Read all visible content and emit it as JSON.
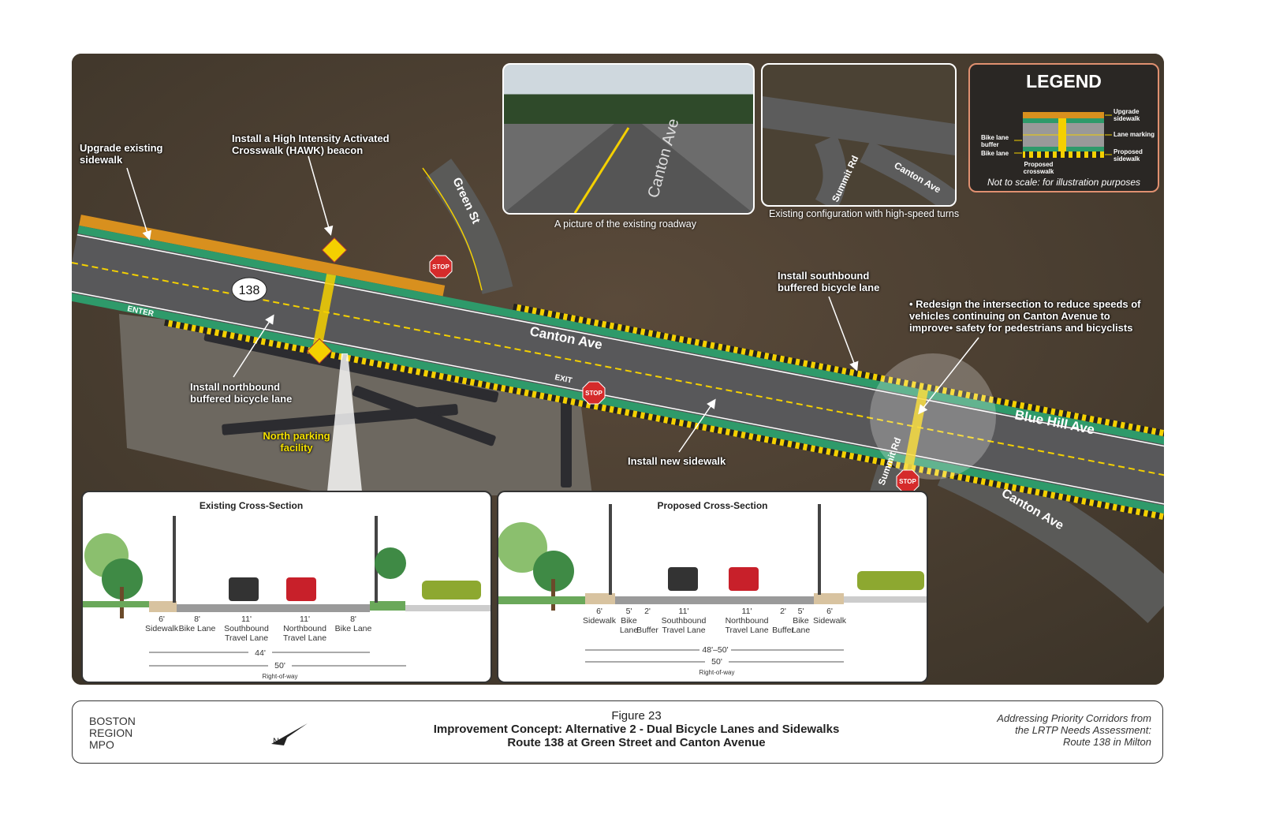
{
  "map": {
    "route_shield": "138",
    "streets": {
      "canton_ave": "Canton Ave",
      "green_st": "Green St",
      "blue_hill_ave": "Blue Hill Ave",
      "summit_rd": "Summit Rd",
      "canton_ave_2": "Canton Ave"
    },
    "markings": {
      "enter": "ENTER",
      "exit": "EXIT",
      "stop": "STOP"
    },
    "parking_label": "North parking facility",
    "callouts": {
      "upgrade_sidewalk": "Upgrade existing sidewalk",
      "hawk": "Install a High Intensity Activated Crosswalk (HAWK) beacon",
      "northbound": "Install northbound buffered bicycle lane",
      "southbound": "Install southbound buffered bicycle lane",
      "new_sidewalk": "Install new sidewalk",
      "redesign": "• Redesign the intersection to reduce speeds of vehicles continuing on Canton Avenue to improve• safety for pedestrians and bicyclists"
    },
    "colors": {
      "bike_lane": "#2e9a6a",
      "sidewalk": "#d8901e",
      "marking": "#f4d000"
    }
  },
  "insets": {
    "photo_caption": "A picture of the existing roadway",
    "photo_road_label": "Canton Ave",
    "config_caption": "Existing configuration with high-speed turns",
    "config_labels": {
      "summit": "Summit Rd",
      "canton": "Canton Ave"
    }
  },
  "legend": {
    "title": "LEGEND",
    "bike_lane_buffer": "Bike lane buffer",
    "bike_lane": "Bike lane",
    "proposed_crosswalk": "Proposed crosswalk",
    "upgrade_sidewalk": "Upgrade sidewalk",
    "lane_marking": "Lane marking",
    "proposed_sidewalk": "Proposed sidewalk",
    "note": "Not to scale: for illustration purposes"
  },
  "existing_section": {
    "title": "Existing Cross-Section",
    "segments": [
      {
        "width": "6'",
        "label": "Sidewalk"
      },
      {
        "width": "8'",
        "label": "Bike Lane"
      },
      {
        "width": "11'",
        "label": "Southbound Travel Lane"
      },
      {
        "width": "11'",
        "label": "Northbound Travel Lane"
      },
      {
        "width": "8'",
        "label": "Bike Lane"
      }
    ],
    "total": "44'",
    "row": "50'",
    "row_label": "Right-of-way"
  },
  "proposed_section": {
    "title": "Proposed Cross-Section",
    "segments": [
      {
        "width": "6'",
        "label": "Sidewalk"
      },
      {
        "width": "5'",
        "label": "Bike Lane"
      },
      {
        "width": "2'",
        "label": "Buffer"
      },
      {
        "width": "11'",
        "label": "Southbound Travel Lane"
      },
      {
        "width": "11'",
        "label": "Northbound Travel Lane"
      },
      {
        "width": "2'",
        "label": "Buffer"
      },
      {
        "width": "5'",
        "label": "Bike Lane"
      },
      {
        "width": "6'",
        "label": "Sidewalk"
      }
    ],
    "total": "48'–50'",
    "row": "50'",
    "row_label": "Right-of-way"
  },
  "footer": {
    "org": [
      "BOSTON",
      "REGION",
      "MPO"
    ],
    "figure": "Figure 23",
    "title": "Improvement Concept: Alternative 2 - Dual Bicycle Lanes and Sidewalks",
    "subtitle": "Route 138 at Green Street and Canton Avenue",
    "right": [
      "Addressing Priority Corridors from",
      "the LRTP Needs Assessment:",
      "Route 138 in Milton"
    ]
  }
}
